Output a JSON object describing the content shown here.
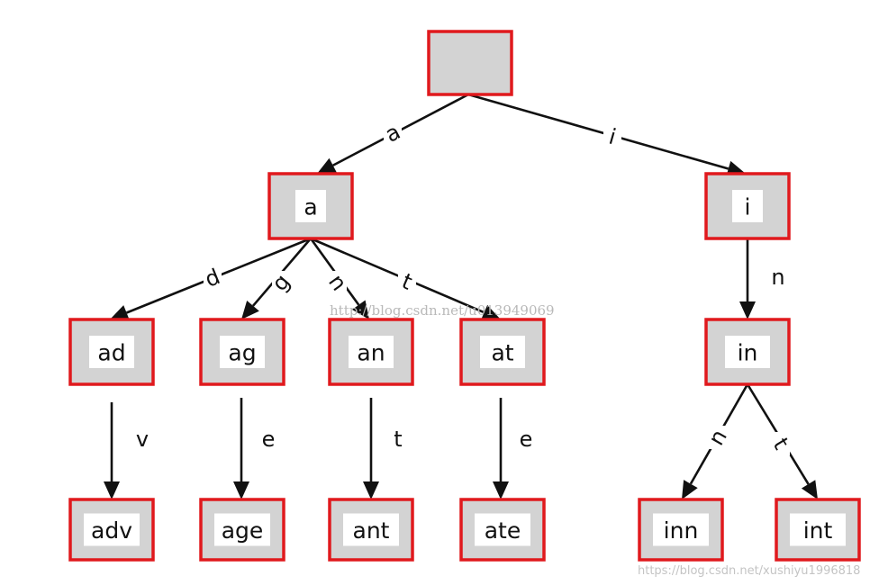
{
  "nodes": [
    {
      "id": "root",
      "label": ""
    },
    {
      "id": "a",
      "label": "a"
    },
    {
      "id": "i",
      "label": "i"
    },
    {
      "id": "ad",
      "label": "ad"
    },
    {
      "id": "ag",
      "label": "ag"
    },
    {
      "id": "an",
      "label": "an"
    },
    {
      "id": "at",
      "label": "at"
    },
    {
      "id": "in",
      "label": "in"
    },
    {
      "id": "adv",
      "label": "adv"
    },
    {
      "id": "age",
      "label": "age"
    },
    {
      "id": "ant",
      "label": "ant"
    },
    {
      "id": "ate",
      "label": "ate"
    },
    {
      "id": "inn",
      "label": "inn"
    },
    {
      "id": "int",
      "label": "int"
    }
  ],
  "edges": [
    {
      "from": "root",
      "to": "a",
      "label": "a"
    },
    {
      "from": "root",
      "to": "i",
      "label": "i"
    },
    {
      "from": "a",
      "to": "ad",
      "label": "d"
    },
    {
      "from": "a",
      "to": "ag",
      "label": "g"
    },
    {
      "from": "a",
      "to": "an",
      "label": "n"
    },
    {
      "from": "a",
      "to": "at",
      "label": "t"
    },
    {
      "from": "i",
      "to": "in",
      "label": "n"
    },
    {
      "from": "ad",
      "to": "adv",
      "label": "v"
    },
    {
      "from": "ag",
      "to": "age",
      "label": "e"
    },
    {
      "from": "an",
      "to": "ant",
      "label": "t"
    },
    {
      "from": "at",
      "to": "ate",
      "label": "e"
    },
    {
      "from": "in",
      "to": "inn",
      "label": "n"
    },
    {
      "from": "in",
      "to": "int",
      "label": "t"
    }
  ],
  "watermarks": [
    "http://blog.csdn.net/u013949069",
    "https://blog.csdn.net/xushiyu1996818"
  ],
  "colors": {
    "node_fill": "#d3d3d3",
    "node_border": "#e0191d",
    "edge": "#111111"
  }
}
